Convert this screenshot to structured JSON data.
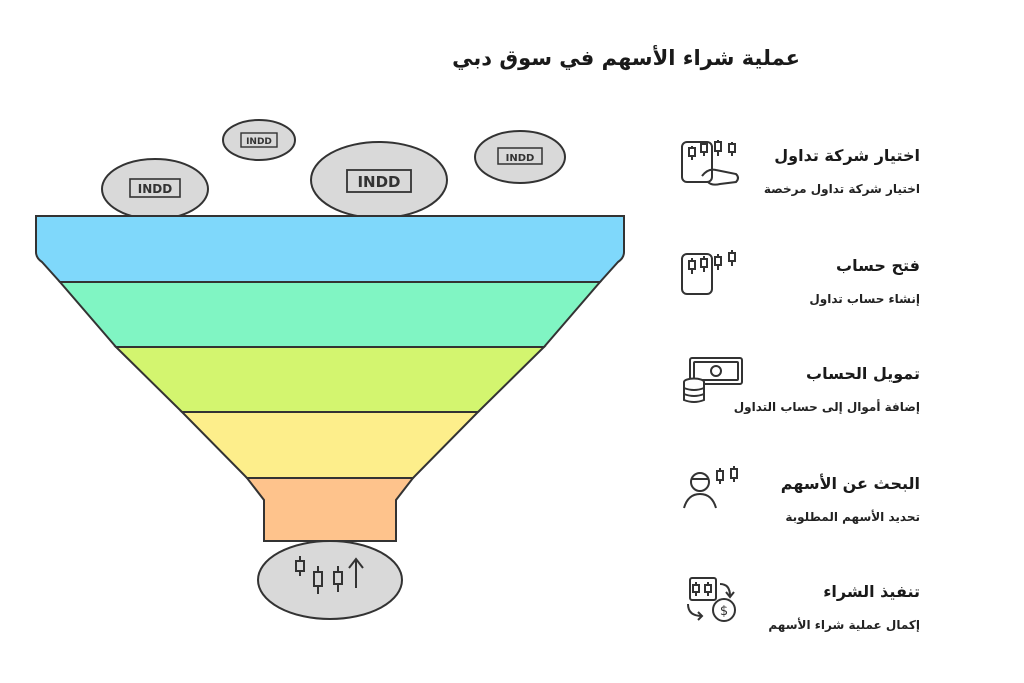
{
  "title": "عملية شراء الأسهم في سوق دبي",
  "coins": [
    {
      "label": "INDD"
    },
    {
      "label": "INDD"
    },
    {
      "label": "INDD"
    },
    {
      "label": "INDD"
    }
  ],
  "funnel": {
    "layer_colors": [
      "#7fd8fb",
      "#80f5c3",
      "#d3f56f",
      "#fdee8b",
      "#fec38c"
    ],
    "outline_color": "#333333",
    "coin_fill": "#d9d9d9"
  },
  "steps": [
    {
      "heading": "اختيار شركة تداول",
      "description": "اختيار شركة تداول مرخصة",
      "icon": "phone-candlestick-hand-icon"
    },
    {
      "heading": "فتح حساب",
      "description": "إنشاء حساب تداول",
      "icon": "phone-candlestick-icon"
    },
    {
      "heading": "تمويل الحساب",
      "description": "إضافة أموال إلى حساب التداول",
      "icon": "money-coins-icon"
    },
    {
      "heading": "البحث عن الأسهم",
      "description": "تحديد الأسهم المطلوبة",
      "icon": "person-candlestick-icon"
    },
    {
      "heading": "تنفيذ الشراء",
      "description": "إكمال عملية شراء الأسهم",
      "icon": "exchange-dollar-icon"
    }
  ]
}
